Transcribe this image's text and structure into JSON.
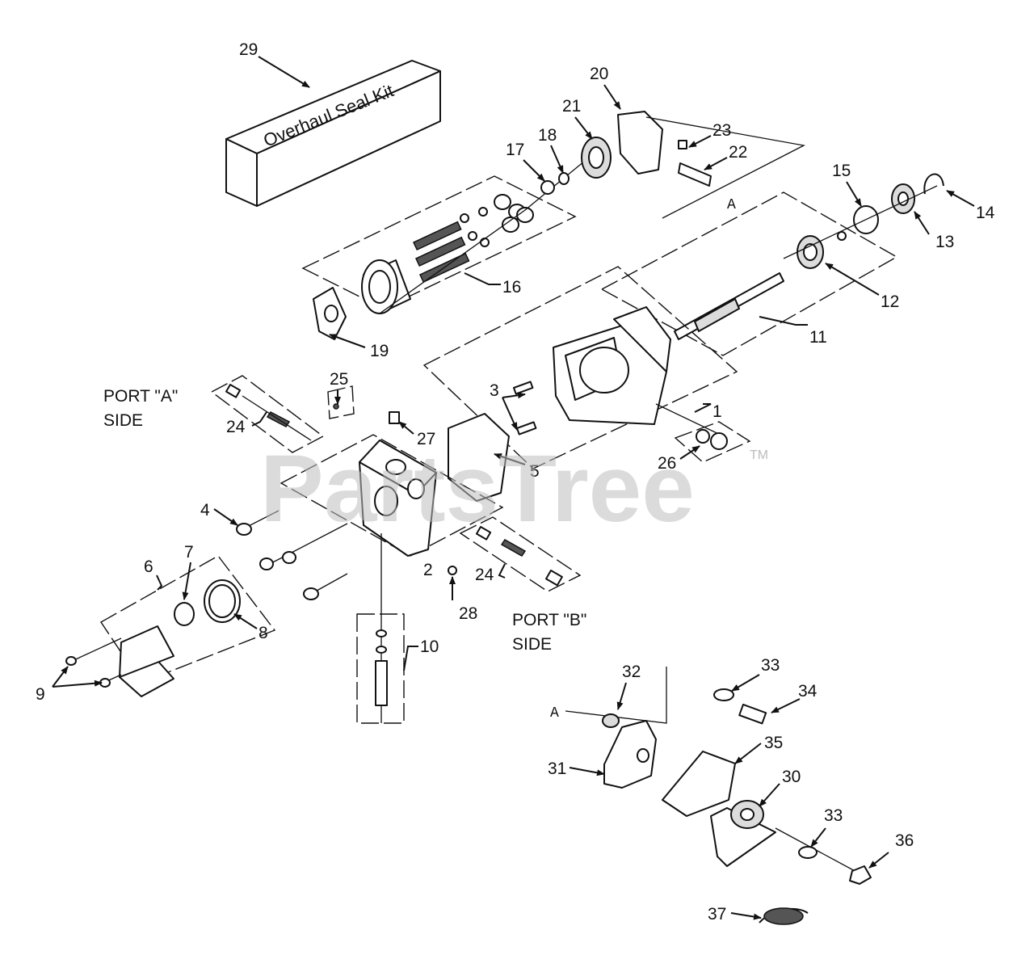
{
  "watermark": {
    "text": "PartsTree",
    "tm": "TM"
  },
  "kit_label": "Overhaul Seal Kit",
  "ports": {
    "a_line1": "PORT \"A\"",
    "a_line2": "SIDE",
    "b_line1": "PORT \"B\"",
    "b_line2": "SIDE"
  },
  "ref_marks": [
    "A",
    "A"
  ],
  "callouts": [
    "1",
    "2",
    "3",
    "4",
    "5",
    "6",
    "7",
    "8",
    "9",
    "10",
    "11",
    "12",
    "13",
    "14",
    "15",
    "16",
    "17",
    "18",
    "19",
    "20",
    "21",
    "22",
    "23",
    "24",
    "24",
    "25",
    "26",
    "27",
    "28",
    "29",
    "30",
    "31",
    "32",
    "33",
    "33",
    "34",
    "35",
    "36",
    "37"
  ],
  "colors": {
    "line": "#111111",
    "watermark": "#bdbdbd",
    "background": "#ffffff"
  }
}
